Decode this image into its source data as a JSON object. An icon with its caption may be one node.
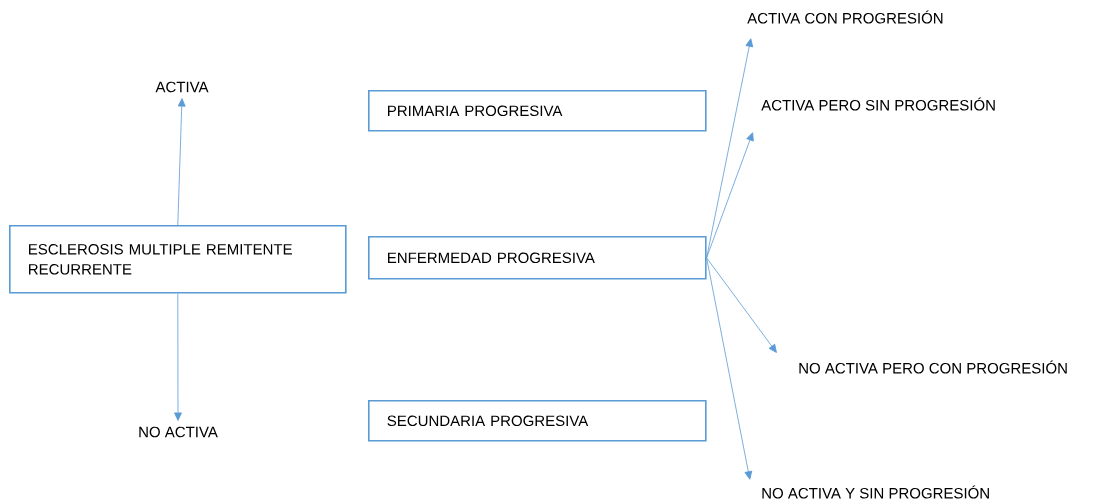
{
  "diagram": {
    "nodes": [
      {
        "text": [
          "ESCLEROSIS MULTIPLE REMITENTE RECURRENTE"
        ]
      },
      {
        "text": [
          "ACTIVA"
        ]
      },
      {
        "text": [
          "NO ACTIVA"
        ]
      },
      {
        "text": [
          "PRIMARIA PROGRESIVA"
        ]
      },
      {
        "text": [
          "ENFERMEDAD PROGRESIVA"
        ]
      },
      {
        "text": [
          "SECUNDARIA PROGRESIVA"
        ]
      },
      {
        "text": [
          "ACTIVA CON PROGRESIÓN"
        ]
      },
      {
        "text": [
          "ACTIVA PERO SIN PROGRESIÓN"
        ]
      },
      {
        "text": [
          "NO ACTIVA PERO CON PROGRESIÓN"
        ]
      },
      {
        "text": [
          "NO ACTIVA Y SIN PROGRESIÓN"
        ]
      }
    ],
    "edges": [
      {
        "from": 0,
        "to": 1,
        "arrow": "to"
      },
      {
        "from": 0,
        "to": 2,
        "arrow": "to"
      },
      {
        "from": 4,
        "to": 6,
        "arrow": "to"
      },
      {
        "from": 4,
        "to": 7,
        "arrow": "to"
      },
      {
        "from": 4,
        "to": 8,
        "arrow": "to"
      },
      {
        "from": 4,
        "to": 9,
        "arrow": "to"
      }
    ]
  }
}
